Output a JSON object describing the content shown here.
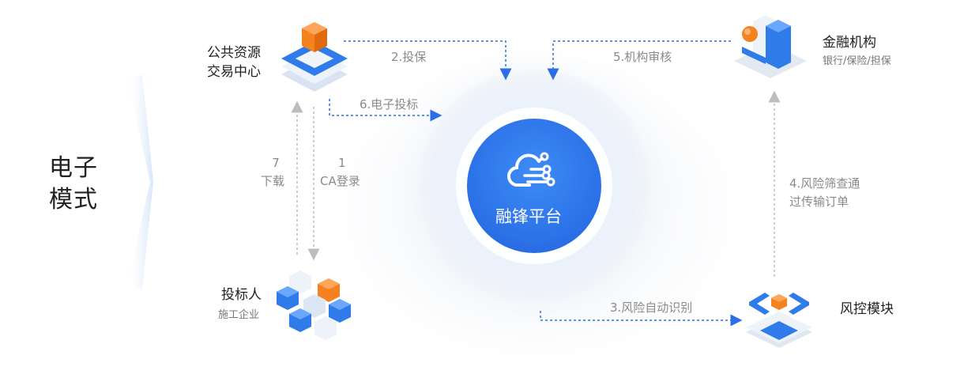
{
  "mode_title_line1": "电子",
  "mode_title_line2": "模式",
  "center": {
    "label": "融锋平台",
    "icon": "cloud-network-icon"
  },
  "nodes": {
    "exchange": {
      "line1": "公共资源",
      "line2": "交易中心",
      "icon": "platform-cube-icon"
    },
    "finance": {
      "name": "金融机构",
      "sub": "银行/保险/担保",
      "icon": "building-icon"
    },
    "bidder": {
      "name": "投标人",
      "sub": "施工企业",
      "icon": "cubes-icon"
    },
    "risk": {
      "name": "风控模块",
      "icon": "code-module-icon"
    }
  },
  "steps": {
    "s1_num": "1",
    "s1_label": "CA登录",
    "s2": "2.投保",
    "s3": "3.风险自动识别",
    "s4_line1": "4.风险筛查通",
    "s4_line2": "过传输订单",
    "s5": "5.机构审核",
    "s6": "6.电子投标",
    "s7_num": "7",
    "s7_label": "下载"
  },
  "colors": {
    "primary": "#2a6fe6",
    "accent_orange": "#f5821f",
    "arrow_gray": "#bdbdbd"
  }
}
